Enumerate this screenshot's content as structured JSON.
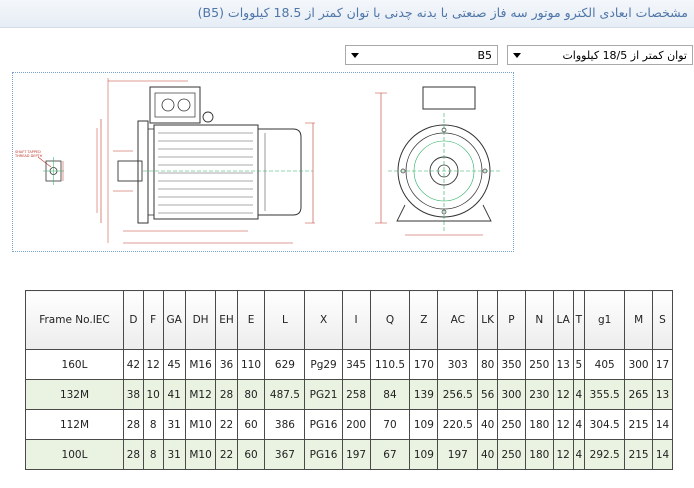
{
  "page": {
    "title": "مشخصات ابعادی الکترو موتور سه فاز صنعتی با بدنه چدنی با توان کمتر از 18.5 کیلووات (B5)"
  },
  "filters": {
    "power": {
      "value": "توان کمتر از 18/5 کیلووات"
    },
    "mounting": {
      "value": "B5"
    }
  },
  "drawing": {
    "shaft_note": "SHAFT TAPPED\nTHREAD DEPTH",
    "colors": {
      "outline": "#333333",
      "dimension": "#c0392b",
      "center": "#27ae60"
    }
  },
  "table": {
    "columns": [
      "Frame No.IEC",
      "D",
      "F",
      "GA",
      "DH",
      "EH",
      "E",
      "L",
      "X",
      "I",
      "Q",
      "Z",
      "AC",
      "LK",
      "P",
      "N",
      "LA",
      "T",
      "g1",
      "M",
      "S"
    ],
    "rows": [
      [
        "160L",
        "42",
        "12",
        "45",
        "M16",
        "36",
        "110",
        "629",
        "Pg29",
        "345",
        "110.5",
        "170",
        "303",
        "80",
        "350",
        "250",
        "13",
        "5",
        "405",
        "300",
        "17"
      ],
      [
        "132M",
        "38",
        "10",
        "41",
        "M12",
        "28",
        "80",
        "487.5",
        "PG21",
        "258",
        "84",
        "139",
        "256.5",
        "56",
        "300",
        "230",
        "12",
        "4",
        "355.5",
        "265",
        "13"
      ],
      [
        "112M",
        "28",
        "8",
        "31",
        "M10",
        "22",
        "60",
        "386",
        "PG16",
        "200",
        "70",
        "109",
        "220.5",
        "40",
        "250",
        "180",
        "12",
        "4",
        "304.5",
        "215",
        "14"
      ],
      [
        "100L",
        "28",
        "8",
        "31",
        "M10",
        "22",
        "60",
        "367",
        "PG16",
        "197",
        "67",
        "109",
        "197",
        "40",
        "250",
        "180",
        "12",
        "4",
        "292.5",
        "215",
        "14"
      ]
    ]
  }
}
